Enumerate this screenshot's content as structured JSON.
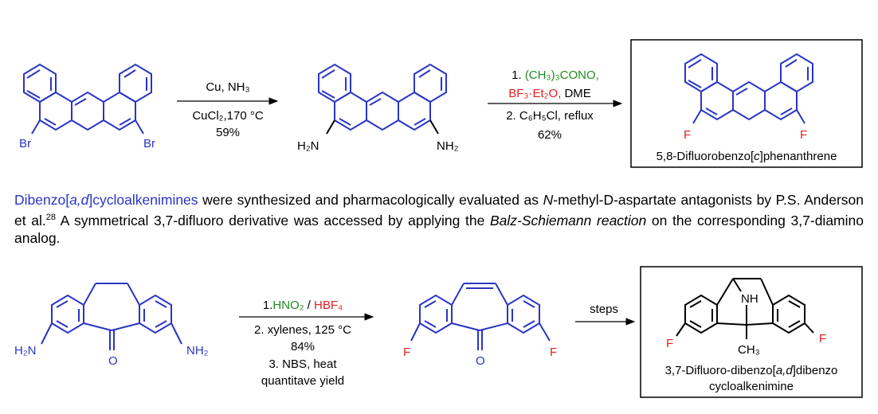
{
  "scheme1": {
    "atoms": {
      "br": "Br",
      "h2n": "H₂N",
      "nh2": "NH₂",
      "f": "F"
    },
    "step1": {
      "line1": "Cu, NH₃",
      "line2": "CuCl₂,170 °C",
      "line3": "59%"
    },
    "step2": {
      "line1_a": "1. ",
      "line1_b": "(CH₃)₃CONO,",
      "line2_a": "BF₃·Et₂O,",
      "line2_b": " DME",
      "line3": "2. C₆H₅Cl, reflux",
      "line4": "62%"
    },
    "product_name_a": "5,8-Difluorobenzo[",
    "product_name_b": "c",
    "product_name_c": "]phenanthrene"
  },
  "paragraph": {
    "link_a": "Dibenzo[",
    "link_b": "a,d",
    "link_c": "]cycloalkenimines",
    "t1": " were synthesized and pharmacologically evaluated as ",
    "t1i": "N",
    "t2": "-methyl-D-aspartate antagonists by P.S. Anderson et al.",
    "ref": "28",
    "t3": " A symmetrical 3,7-difluoro derivative was accessed by applying the ",
    "t3i": "Balz-Schiemann reaction",
    "t4": " on the corresponding 3,7-diamino analog."
  },
  "scheme2": {
    "atoms": {
      "h2n": "H₂N",
      "nh2": "NH₂",
      "o": "O",
      "f": "F",
      "nh": "NH",
      "ch3": "CH₃"
    },
    "step1": {
      "l1_a": "1.",
      "l1_b": "HNO₂",
      "l1_c": " / ",
      "l1_d": "HBF₄",
      "l2": "2. xylenes, 125 °C",
      "l3": "84%",
      "l4": "3. NBS, heat",
      "l5": "quantitave yield"
    },
    "step2": "steps",
    "product_name1_a": "3,7-Difluoro-dibenzo[",
    "product_name1_b": "a,d",
    "product_name1_c": "]dibenzo",
    "product_name2": "cycloalkenimine"
  },
  "colors": {
    "blue": "#2a35c4",
    "green": "#1f8a1f",
    "red": "#e02020",
    "black": "#000000"
  }
}
